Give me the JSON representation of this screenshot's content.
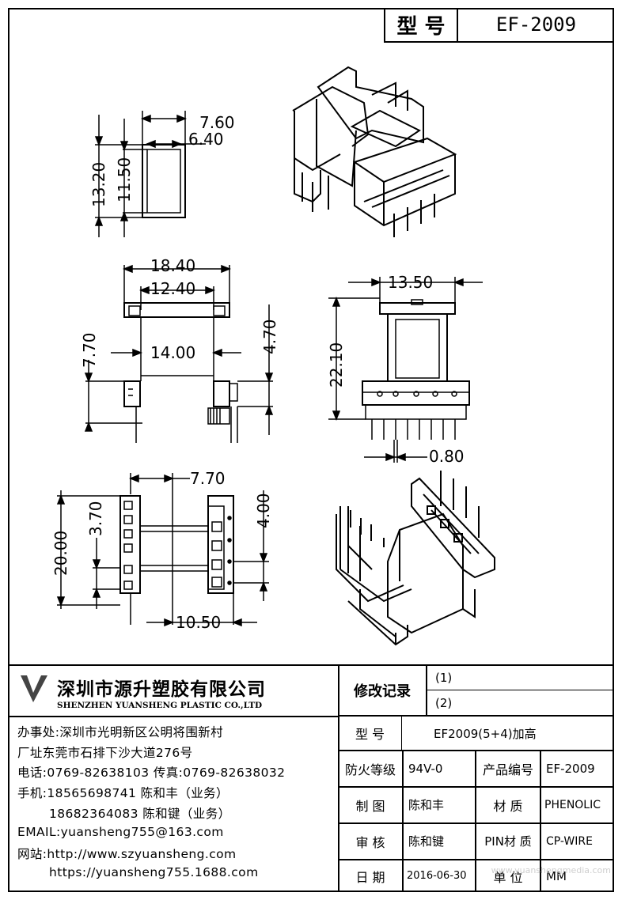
{
  "header": {
    "model_label": "型 号",
    "model_value": "EF-2009"
  },
  "dimensions": {
    "top_width_outer": "7.60",
    "top_width_inner": "6.40",
    "top_height_outer": "13.20",
    "top_height_inner": "11.50",
    "front_width_outer": "18.40",
    "front_width_inner": "12.40",
    "front_height_left": "7.70",
    "front_height_right": "4.70",
    "front_core": "14.00",
    "side_width": "13.50",
    "side_height": "22.10",
    "pin_dia": "0.80",
    "bottom_half_width": "7.70",
    "bottom_height": "20.00",
    "bottom_pitch_left": "3.70",
    "bottom_pitch_right": "4.00",
    "bottom_width": "10.50"
  },
  "company": {
    "name_cn": "深圳市源升塑胶有限公司",
    "name_en": "SHENZHEN YUANSHENG PLASTIC CO.,LTD",
    "office": "办事处:深圳市光明新区公明将围新村",
    "factory": "厂址东莞市石排下沙大道276号",
    "phone": "电话:0769-82638103 传真:0769-82638032",
    "mobile1": "手机:18565698741 陈和丰（业务）",
    "mobile2": "18682364083 陈和键（业务）",
    "email": "EMAIL:yuansheng755@163.com",
    "website": "网站:http://www.szyuansheng.com",
    "website2": "https://yuansheng755.1688.com"
  },
  "titleblock": {
    "revision_label": "修改记录",
    "rev1": "(1)",
    "rev2": "(2)",
    "model_label": "型 号",
    "model_value": "EF2009(5+4)加高",
    "fire_label": "防火等级",
    "fire_value": "94V-0",
    "product_no_label": "产品编号",
    "product_no_value": "EF-2009",
    "drawn_label": "制 图",
    "drawn_value": "陈和丰",
    "material_label": "材 质",
    "material_value": "PHENOLIC",
    "check_label": "审 核",
    "check_value": "陈和键",
    "pin_label": "PIN材 质",
    "pin_value": "CP-WIRE",
    "date_label": "日 期",
    "date_value": "2016-06-30",
    "unit_label": "单 位",
    "unit_value": "MM"
  },
  "watermark": "www.yuanshengmedia.com"
}
